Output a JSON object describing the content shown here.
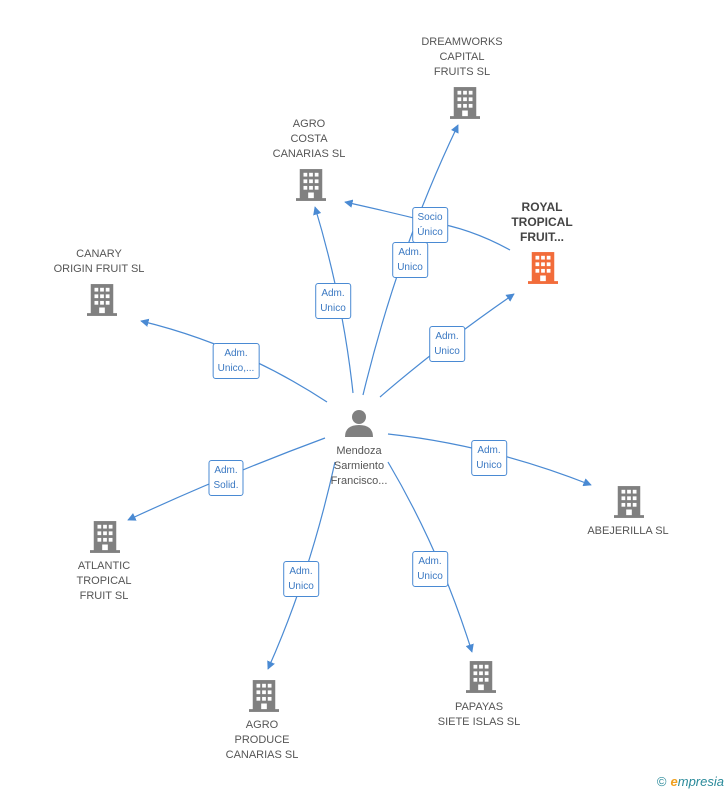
{
  "center": {
    "label": "Mendoza\nSarmiento\nFrancisco..."
  },
  "nodes": [
    {
      "id": "dreamworks",
      "label": "DREAMWORKS\nCAPITAL\nFRUITS SL",
      "highlight": false
    },
    {
      "id": "agro-costa",
      "label": "AGRO\nCOSTA\nCANARIAS  SL",
      "highlight": false
    },
    {
      "id": "royal",
      "label": "ROYAL\nTROPICAL\nFRUIT...",
      "highlight": true
    },
    {
      "id": "canary-origin",
      "label": "CANARY\nORIGIN FRUIT  SL",
      "highlight": false
    },
    {
      "id": "abejerilla",
      "label": "ABEJERILLA SL",
      "highlight": false
    },
    {
      "id": "atlantic",
      "label": "ATLANTIC\nTROPICAL\nFRUIT SL",
      "highlight": false
    },
    {
      "id": "agro-produce",
      "label": "AGRO\nPRODUCE\nCANARIAS SL",
      "highlight": false
    },
    {
      "id": "papayas",
      "label": "PAPAYAS\nSIETE ISLAS SL",
      "highlight": false
    }
  ],
  "edges": [
    {
      "id": "center-dreamworks",
      "label": "Adm.\nUnico"
    },
    {
      "id": "royal-dreamworks",
      "label": "Socio\nÚnico"
    },
    {
      "id": "center-agro-costa",
      "label": "Adm.\nUnico"
    },
    {
      "id": "center-royal",
      "label": "Adm.\nUnico"
    },
    {
      "id": "center-canary",
      "label": "Adm.\nUnico,..."
    },
    {
      "id": "center-abejerilla",
      "label": "Adm.\nUnico"
    },
    {
      "id": "center-atlantic",
      "label": "Adm.\nSolid."
    },
    {
      "id": "center-agro-produce",
      "label": "Adm.\nUnico"
    },
    {
      "id": "center-papayas",
      "label": "Adm.\nUnico"
    }
  ],
  "colors": {
    "edge": "#4a8ad3",
    "building": "#808080",
    "building_highlight": "#f26c3a",
    "person": "#808080"
  },
  "icons": {
    "company": "building-icon",
    "person": "person-icon"
  },
  "brand": {
    "copyright": "©",
    "initial": "e",
    "name": "mpresia"
  }
}
